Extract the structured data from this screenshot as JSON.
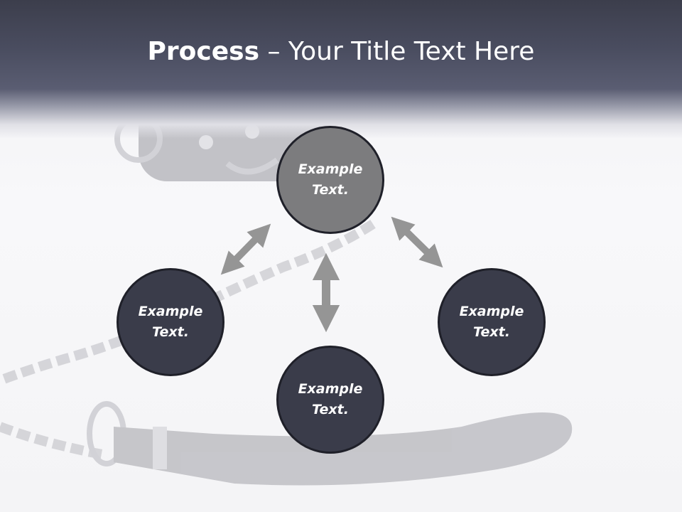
{
  "slide": {
    "title_bold": "Process",
    "title_rest": " – Your Title Text Here"
  },
  "colors": {
    "header": "#3c3e4c",
    "circle_dark": "#3a3c4a",
    "circle_top": "#7c7c7e",
    "arrow": "#959595"
  },
  "circles": [
    {
      "name": "top",
      "text": "Example Text."
    },
    {
      "name": "left",
      "text": "Example Text."
    },
    {
      "name": "bottom",
      "text": "Example Text."
    },
    {
      "name": "right",
      "text": "Example Text."
    }
  ]
}
